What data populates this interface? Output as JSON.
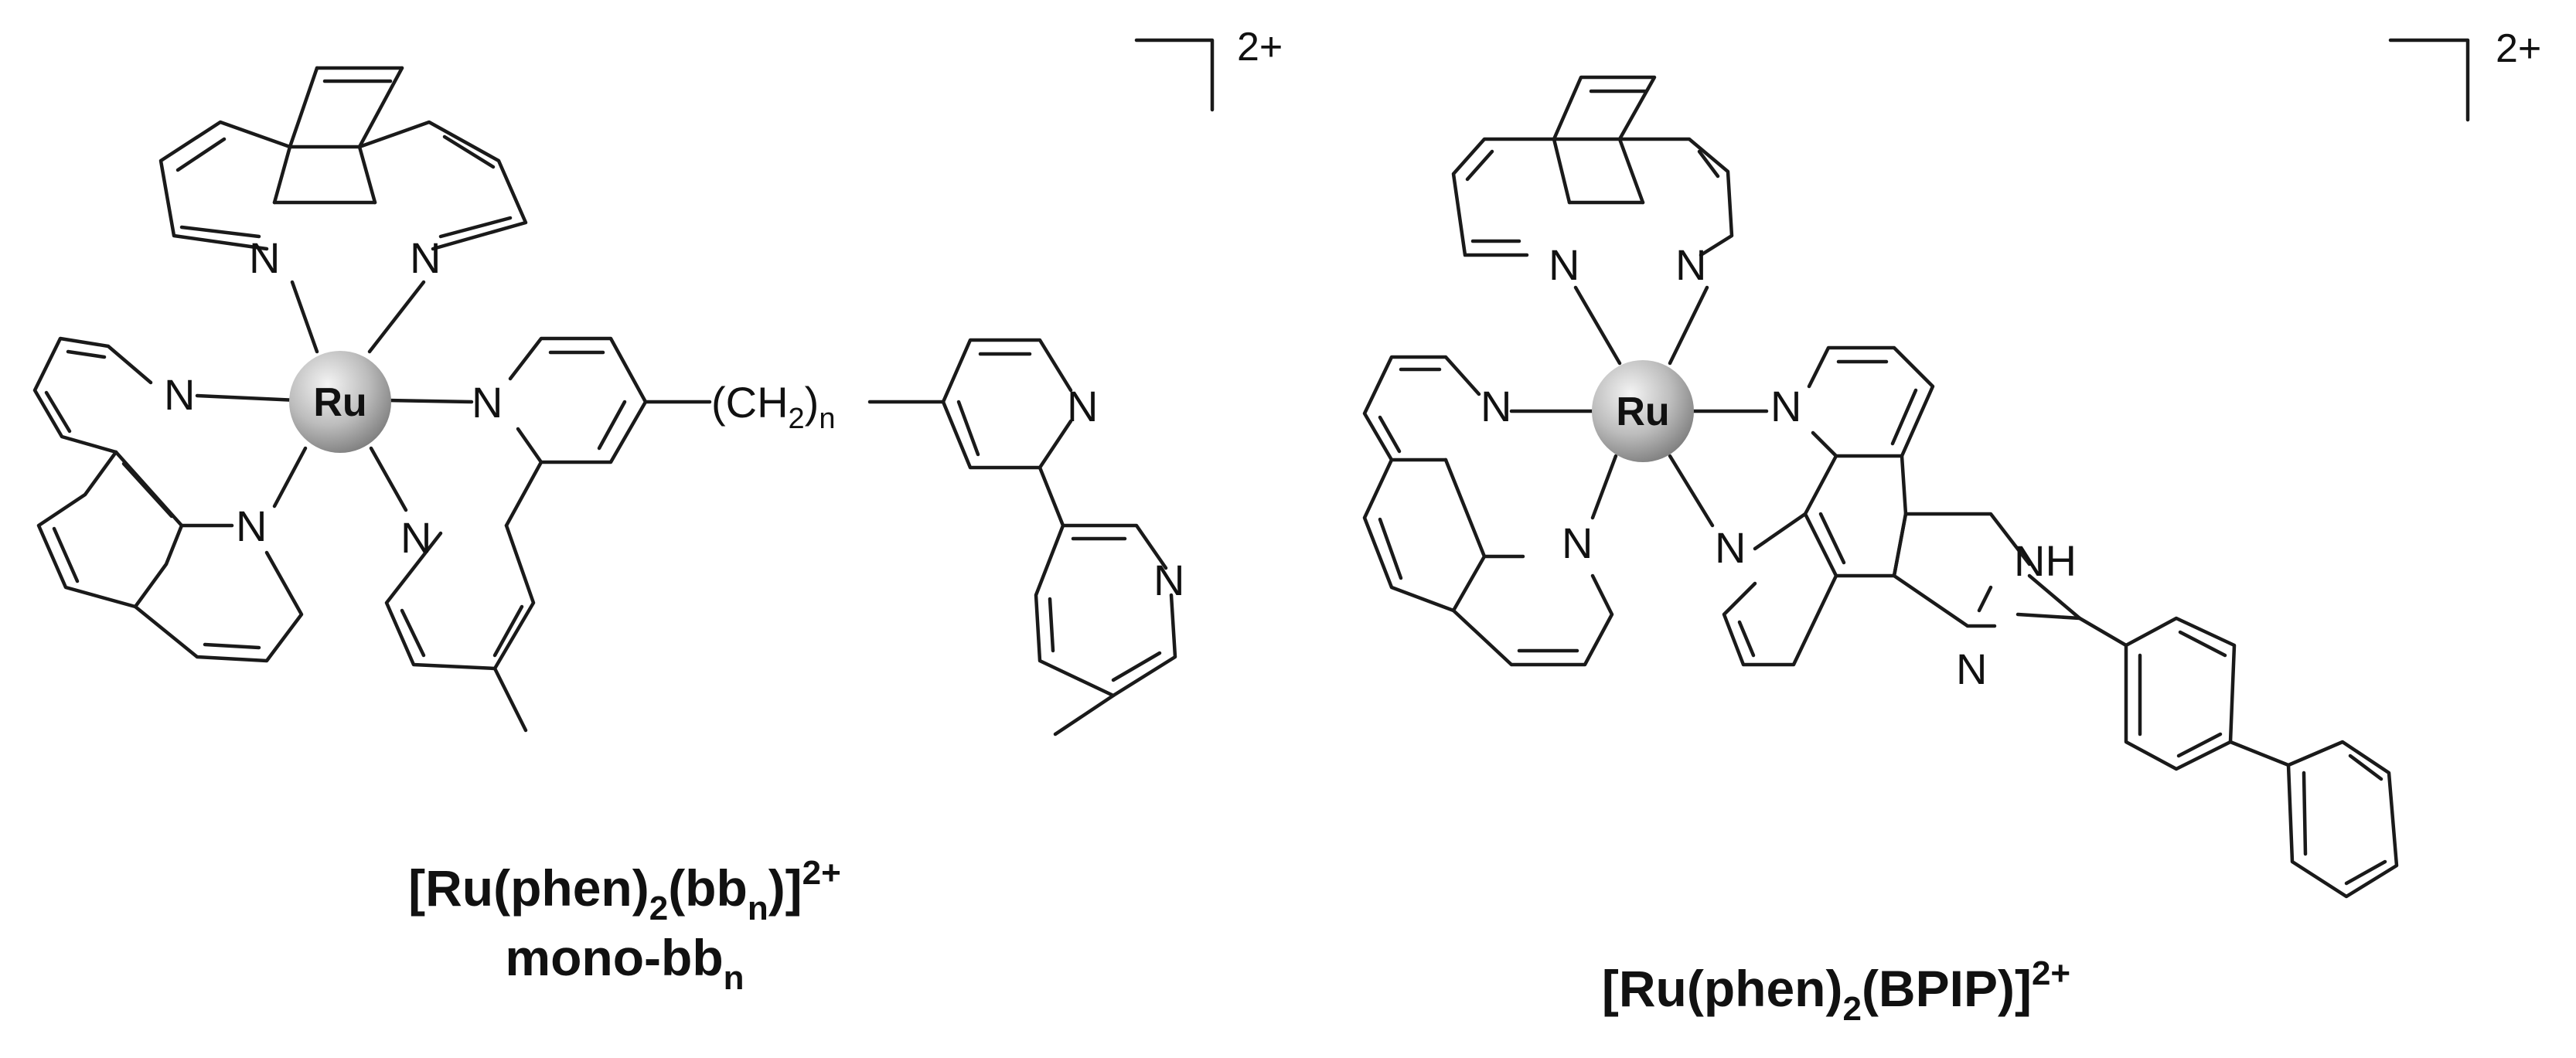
{
  "colors": {
    "ink": "#1a1a1a",
    "ru_sphere_light": "#f2f2f2",
    "ru_sphere_dark": "#8a8a8a"
  },
  "left": {
    "metal": "Ru",
    "donor": "N",
    "linker": {
      "open": "(CH",
      "sub2": "2",
      "close": ")",
      "n": "n"
    },
    "charge": "2+",
    "caption": {
      "line1": {
        "a": "[Ru(phen)",
        "b": "2",
        "c": "(bb",
        "d": "n",
        "e": ")]",
        "f": "2+"
      },
      "line2": {
        "a": "mono-bb",
        "b": "n"
      }
    }
  },
  "right": {
    "metal": "Ru",
    "donor": "N",
    "nh": "NH",
    "charge": "2+",
    "caption": {
      "a": "[Ru(phen)",
      "b": "2",
      "c": "(BPIP)]",
      "d": "2+"
    }
  }
}
